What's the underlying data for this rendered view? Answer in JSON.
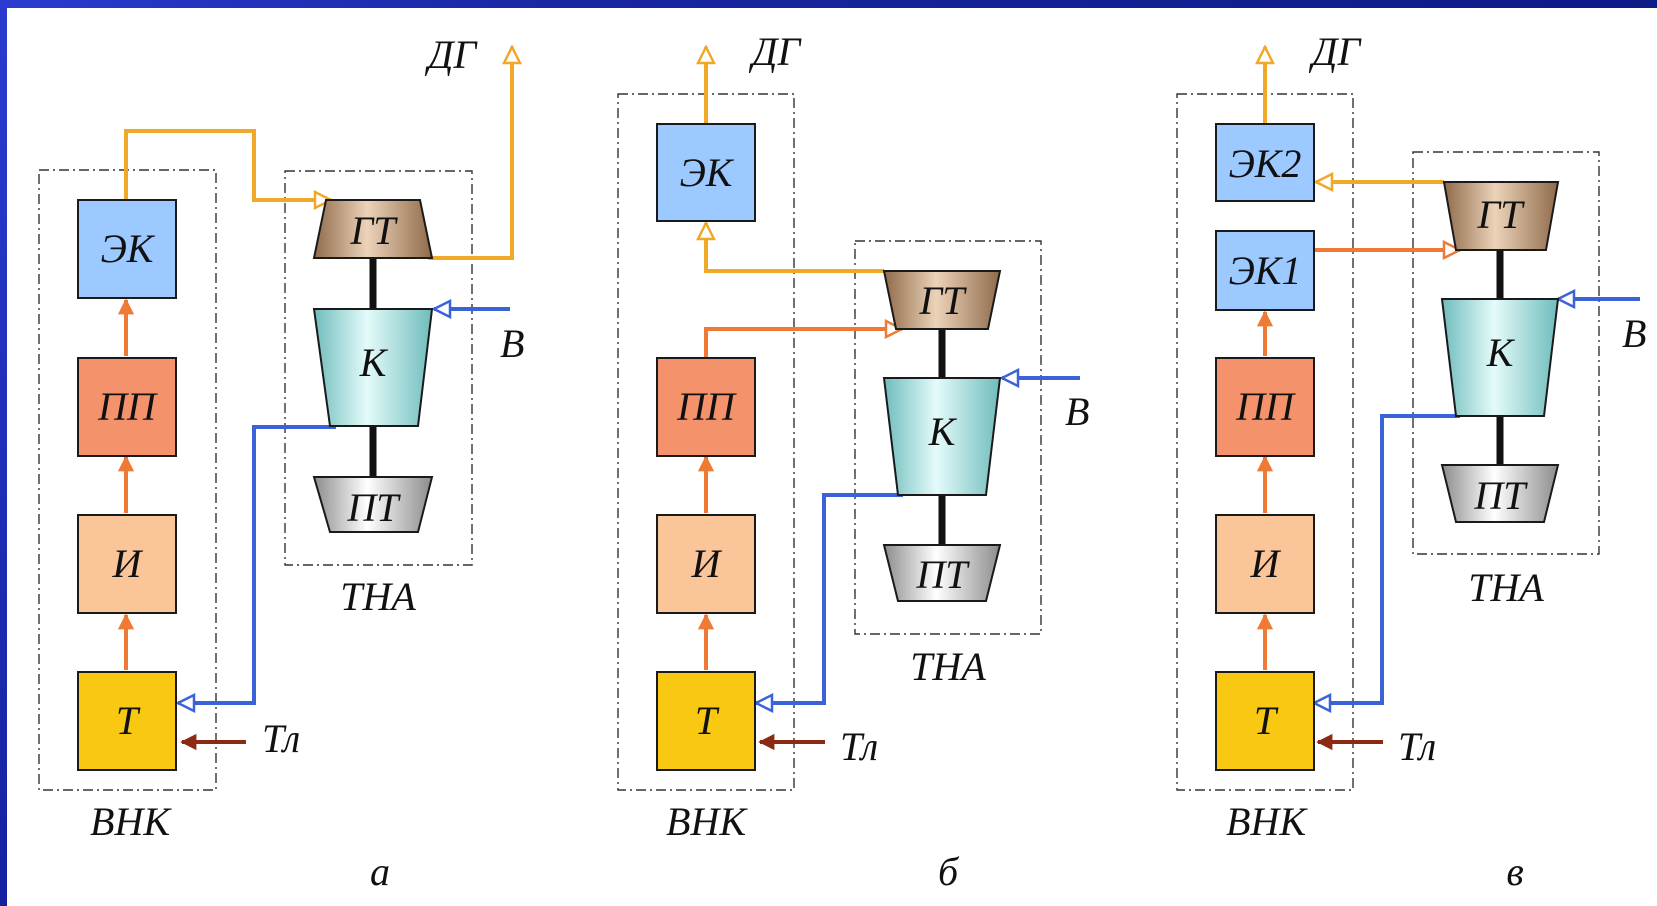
{
  "colors": {
    "frame_blue": "#1c2fa8",
    "block_ek": "#9cc9ff",
    "block_pp": "#f4936b",
    "block_i": "#fbc59a",
    "block_t": "#f9c813",
    "turbine_gt": "#c49c78",
    "compressor_k": "#a9e4e2",
    "turbine_pt": "#c8c8c8",
    "flow_exhaust": "#f0a828",
    "flow_steam": "#ee7a35",
    "flow_air": "#3a63d8",
    "flow_fuel": "#8b2a12"
  },
  "diagram_a": {
    "caption": "а",
    "group_vnk": "ВНК",
    "group_tna": "ТНА",
    "block_ek": "ЭК",
    "block_pp": "ПП",
    "block_i": "И",
    "block_t": "Т",
    "turbine_gt": "ГТ",
    "compressor_k": "К",
    "turbine_pt": "ПТ",
    "label_exhaust": "ДГ",
    "label_air": "В",
    "label_fuel": "Тл"
  },
  "diagram_b": {
    "caption": "б",
    "group_vnk": "ВНК",
    "group_tna": "ТНА",
    "block_ek": "ЭК",
    "block_pp": "ПП",
    "block_i": "И",
    "block_t": "Т",
    "turbine_gt": "ГТ",
    "compressor_k": "К",
    "turbine_pt": "ПТ",
    "label_exhaust": "ДГ",
    "label_air": "В",
    "label_fuel": "Тл"
  },
  "diagram_c": {
    "caption": "в",
    "group_vnk": "ВНК",
    "group_tna": "ТНА",
    "block_ek2": "ЭК2",
    "block_ek1": "ЭК1",
    "block_pp": "ПП",
    "block_i": "И",
    "block_t": "Т",
    "turbine_gt": "ГТ",
    "compressor_k": "К",
    "turbine_pt": "ПТ",
    "label_exhaust": "ДГ",
    "label_air": "В",
    "label_fuel": "Тл"
  }
}
